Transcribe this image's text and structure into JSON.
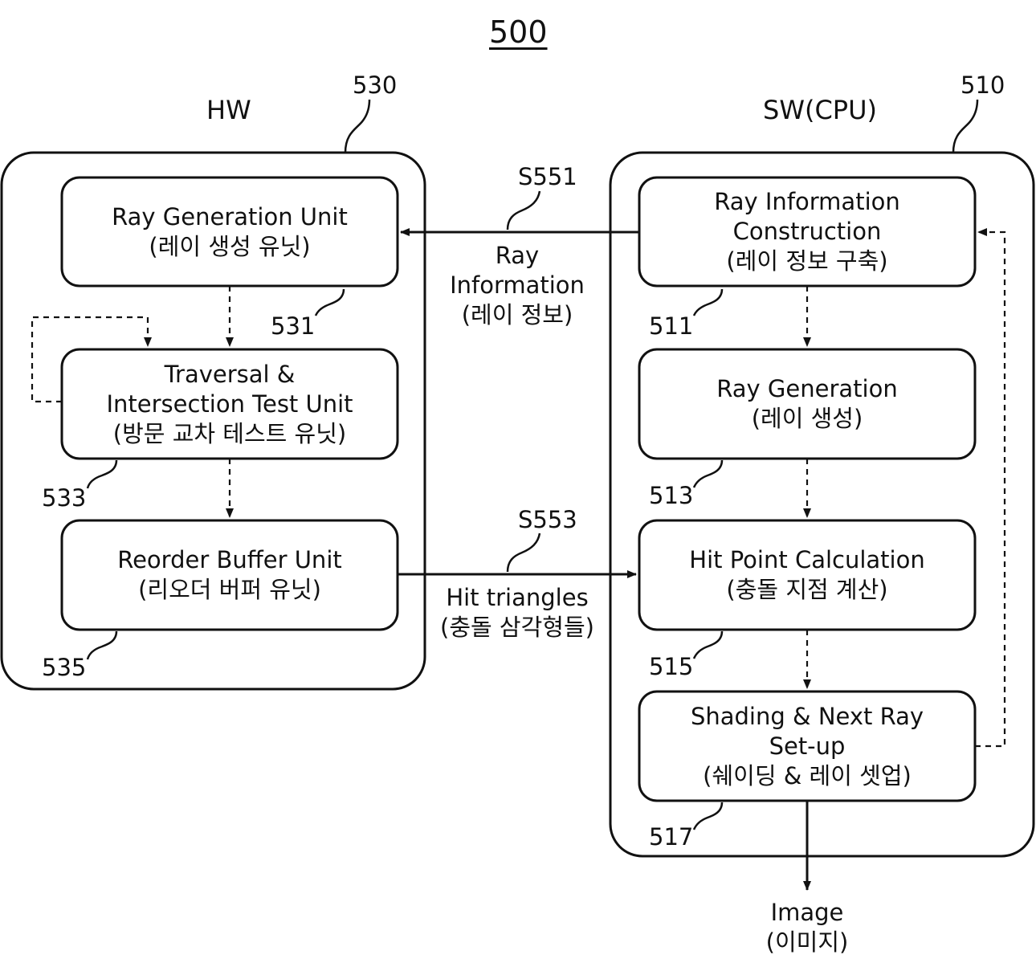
{
  "figure_number": "500",
  "hw": {
    "title": "HW",
    "ref": "530",
    "blocks": [
      {
        "ref": "531",
        "line1": "Ray Generation Unit",
        "line2": "(레이 생성 유닛)"
      },
      {
        "ref": "533",
        "line1": "Traversal &",
        "line2": "Intersection Test Unit",
        "line3": "(방문 교차 테스트 유닛)"
      },
      {
        "ref": "535",
        "line1": "Reorder Buffer Unit",
        "line2": "(리오더 버퍼 유닛)"
      }
    ]
  },
  "sw": {
    "title": "SW(CPU)",
    "ref": "510",
    "blocks": [
      {
        "ref": "511",
        "line1": "Ray Information",
        "line2": "Construction",
        "line3": "(레이 정보 구축)"
      },
      {
        "ref": "513",
        "line1": "Ray Generation",
        "line2": "(레이 생성)"
      },
      {
        "ref": "515",
        "line1": "Hit Point Calculation",
        "line2": "(충돌 지점 계산)"
      },
      {
        "ref": "517",
        "line1": "Shading & Next Ray",
        "line2": "Set-up",
        "line3": "(쉐이딩 & 레이 셋업)"
      }
    ]
  },
  "flows": {
    "s551": {
      "ref": "S551",
      "line1": "Ray",
      "line2": "Information",
      "line3": "(레이 정보)"
    },
    "s553": {
      "ref": "S553",
      "line1": "Hit triangles",
      "line2": "(충돌 삼각형들)"
    }
  },
  "output": {
    "line1": "Image",
    "line2": "(이미지)"
  }
}
